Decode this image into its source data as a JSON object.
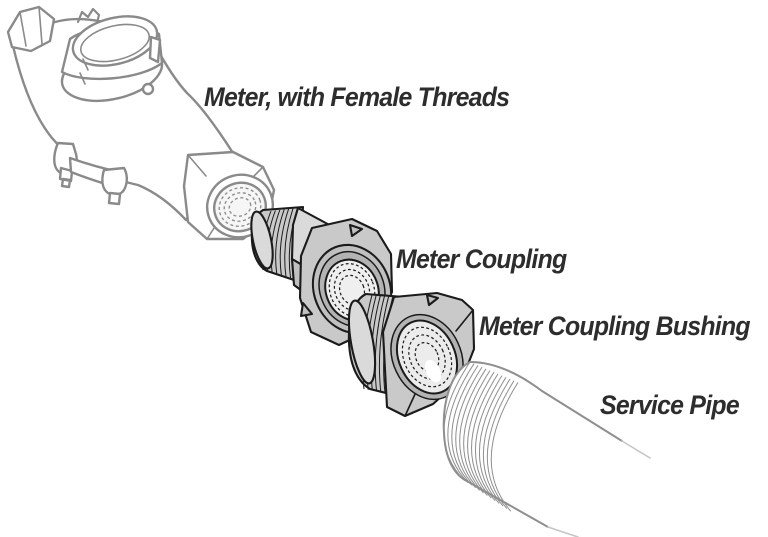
{
  "diagram": {
    "type": "exploded-parts-diagram",
    "labels": [
      {
        "id": "meter",
        "text": "Meter, with Female Threads"
      },
      {
        "id": "coupling",
        "text": "Meter Coupling"
      },
      {
        "id": "bushing",
        "text": "Meter Coupling Bushing"
      },
      {
        "id": "pipe",
        "text": "Service Pipe"
      }
    ]
  },
  "colors": {
    "background": "#ffffff",
    "label_text": "#2d2d2d",
    "meter_outline": "#8a8a8a",
    "fitting_outline": "#1b1b1b",
    "fitting_fill": "#c9c9c9",
    "pipe_outline": "#8f8f8f"
  }
}
